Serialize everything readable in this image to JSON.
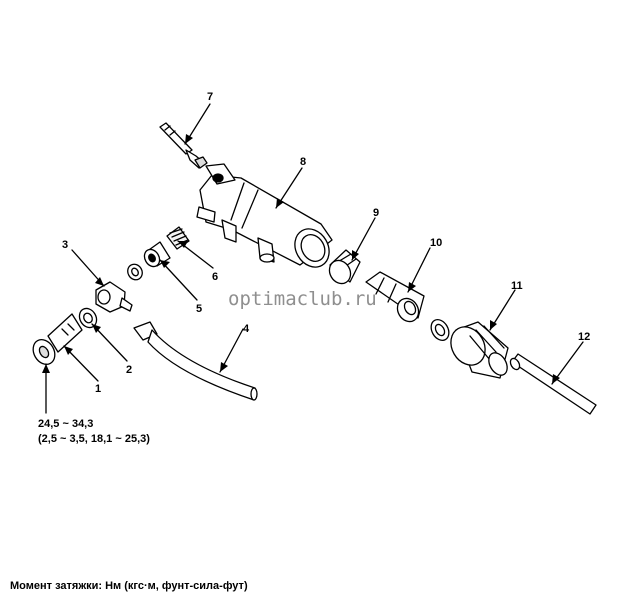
{
  "callouts": [
    "1",
    "2",
    "3",
    "4",
    "5",
    "6",
    "7",
    "8",
    "9",
    "10",
    "11",
    "12"
  ],
  "torque": {
    "line1": "24,5 ~ 34,3",
    "line2": "(2,5 ~ 3,5, 18,1 ~ 25,3)"
  },
  "watermark": "optimaclub.ru",
  "caption": "Момент затяжки: Нм (кгс·м, фунт-сила-фут)"
}
